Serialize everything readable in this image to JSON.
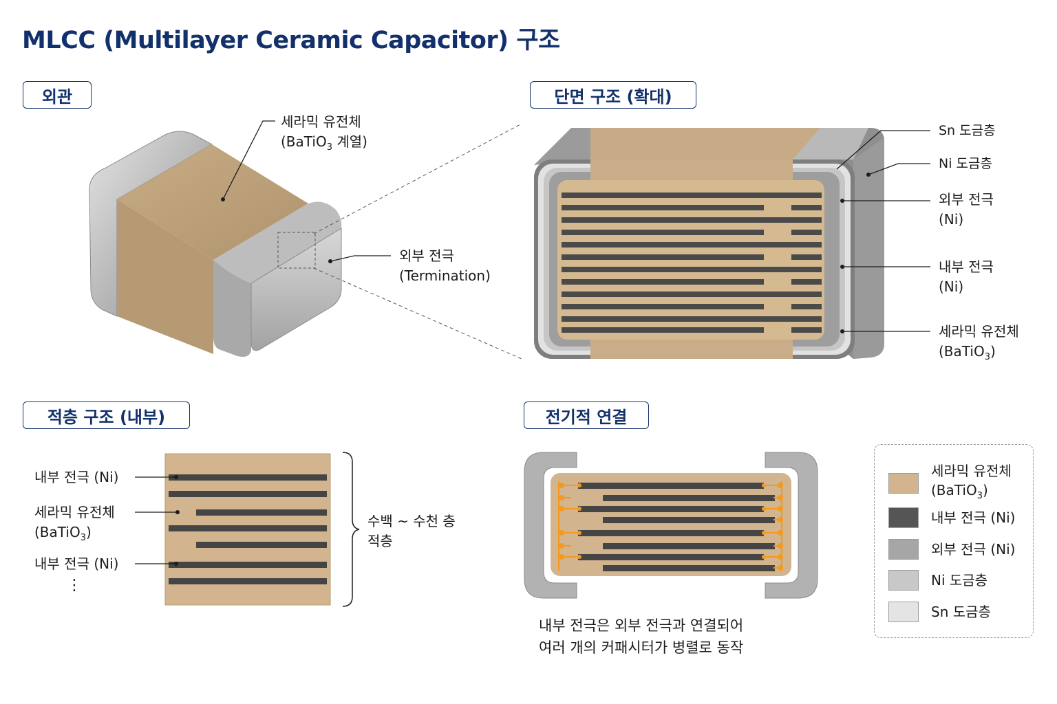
{
  "title": "MLCC (Multilayer Ceramic Capacitor) 구조",
  "sections": {
    "exterior": "외관",
    "cross_section": "단면 구조 (확대)",
    "stack": "적층 구조 (내부)",
    "electrical": "전기적 연결"
  },
  "exterior_labels": {
    "ceramic_line1": "세라믹 유전체",
    "ceramic_line2_pre": "(BaTiO",
    "ceramic_line2_sub": "3",
    "ceramic_line2_post": " 계열)",
    "termination_line1": "외부 전극",
    "termination_line2": "(Termination)"
  },
  "cross_labels": {
    "sn": "Sn 도금층",
    "ni": "Ni 도금층",
    "ext_line1": "외부 전극",
    "ext_line2": "(Ni)",
    "int_line1": "내부 전극",
    "int_line2": "(Ni)",
    "cer_line1": "세라믹 유전체",
    "cer_line2_pre": "(BaTiO",
    "cer_line2_sub": "3",
    "cer_line2_post": ")"
  },
  "stack_labels": {
    "electrode_top": "내부 전극 (Ni)",
    "ceramic_line1": "세라믹 유전체",
    "ceramic_line2_pre": "(BaTiO",
    "ceramic_line2_sub": "3",
    "ceramic_line2_post": ")",
    "electrode_bottom": "내부 전극 (Ni)",
    "dots": "⋮",
    "brace_line1": "수백 ~ 수천 층",
    "brace_line2": "적층"
  },
  "electrical": {
    "caption_line1": "내부 전극은 외부 전극과 연결되어",
    "caption_line2": "여러 개의 커패시터가 병렬로 동작"
  },
  "legend": [
    {
      "line1": "세라믹 유전체",
      "line2_pre": "(BaTiO",
      "line2_sub": "3",
      "line2_post": ")",
      "color": "#d2b48f"
    },
    {
      "line1": "내부 전극 (Ni)",
      "color": "#555555"
    },
    {
      "line1": "외부 전극 (Ni)",
      "color": "#a6a6a6"
    },
    {
      "line1": "Ni 도금층",
      "color": "#c8c8c8"
    },
    {
      "line1": "Sn 도금층",
      "color": "#e4e4e4"
    }
  ],
  "colors": {
    "title": "#12306b",
    "ceramic": "#c8aa82",
    "electrode": "#4a4a4a",
    "termination": "#a6a6a6",
    "current": "#f39a1e"
  }
}
